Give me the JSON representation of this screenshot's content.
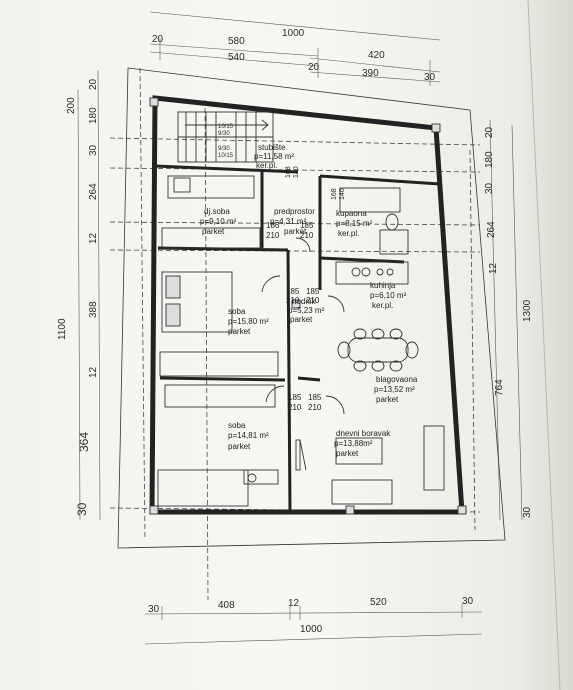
{
  "top_dims": {
    "total": "1000",
    "a1": "20",
    "a2": "580",
    "a3": "540",
    "b1": "420",
    "b2": "20",
    "b3": "390",
    "b4": "30"
  },
  "bottom_dims": {
    "d1": "30",
    "d2": "408",
    "d3": "12",
    "d4": "520",
    "d5": "30",
    "total": "1000"
  },
  "left_dims": {
    "total": "1100",
    "l1": "20",
    "l2": "200",
    "l3": "180",
    "l4": "30",
    "l5": "264",
    "l6": "12",
    "l7": "388",
    "l8": "12",
    "l9": "364",
    "l10": "30"
  },
  "right_dims": {
    "r1": "20",
    "r2": "180",
    "r3": "30",
    "r4": "264",
    "r5": "12",
    "r6": "764",
    "r7": "1300",
    "r8": "30"
  },
  "stair_marks": [
    "10/15",
    "9/30",
    "9/30",
    "10/15"
  ],
  "rooms": [
    {
      "name": "stubište",
      "area": "p=11,58 m²",
      "floor": "ker.pl."
    },
    {
      "name": "dj.soba",
      "area": "p=9,10 m²",
      "floor": "parket"
    },
    {
      "name": "predprostor",
      "area": "p=4,31 m²",
      "floor": "parket"
    },
    {
      "name": "kupaona",
      "area": "p=8,15 m²",
      "floor": "ker.pl."
    },
    {
      "name": "kuhinja",
      "area": "p=6,10 m²",
      "floor": "ker.pl."
    },
    {
      "name": "hodnik",
      "area": "p=5,23 m²",
      "floor": "parket"
    },
    {
      "name": "soba",
      "area": "p=15,80 m²",
      "floor": "parket"
    },
    {
      "name": "blagovaona",
      "area": "p=13,52 m²",
      "floor": "parket"
    },
    {
      "name": "soba",
      "area": "p=14,81 m²",
      "floor": "parket"
    },
    {
      "name": "dnevni boravak",
      "area": "p=13,88m²",
      "floor": "parket"
    }
  ],
  "door_tags": {
    "d185": "185",
    "d210": "210",
    "d168": "168",
    "d140": "140",
    "d186": "186"
  }
}
